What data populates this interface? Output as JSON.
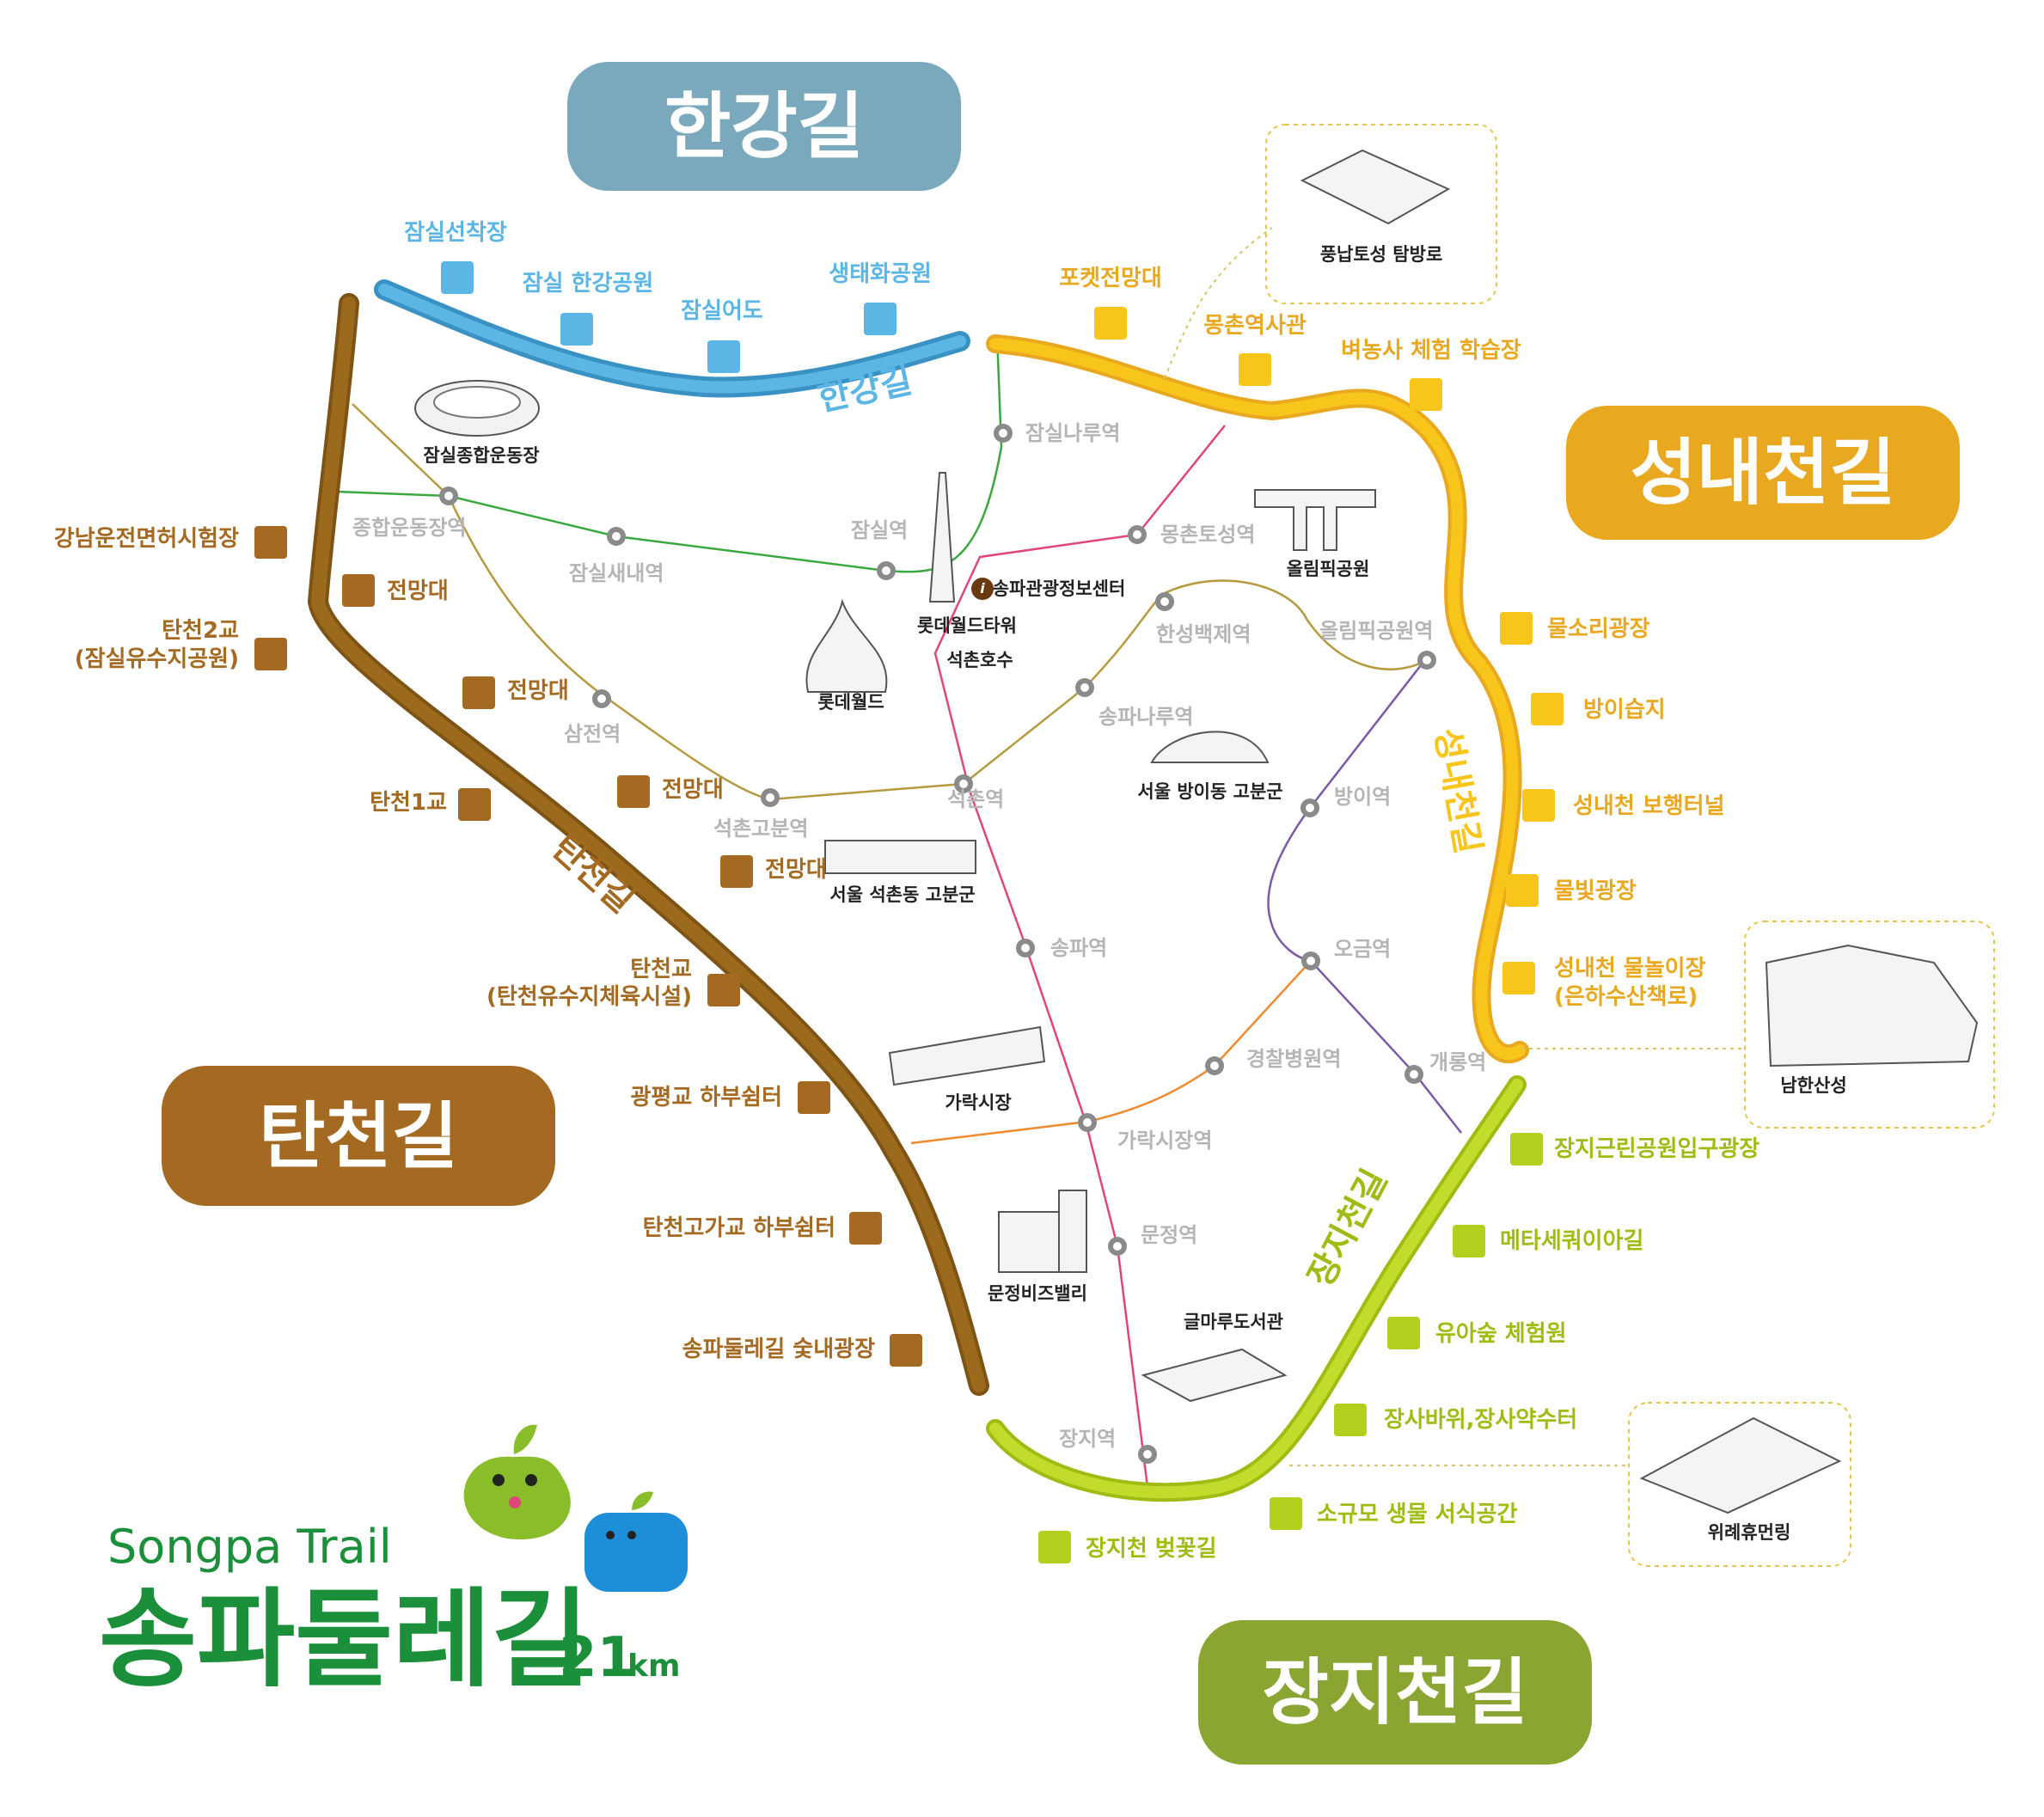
{
  "titles": {
    "hangang": "한강길",
    "seongnae": "성내천길",
    "tancheon": "탄천길",
    "jangji": "장지천길"
  },
  "route_labels": {
    "hangang": "한강길",
    "seongnae": "성내천길",
    "tancheon": "탄천길",
    "jangji": "장지천길"
  },
  "colors": {
    "hangang": "#5bb6e6",
    "hangang_title": "#7aa8bd",
    "seongnae": "#f8c51a",
    "seongnae_title": "#e8a81f",
    "tancheon": "#9c6a1c",
    "tancheon_title": "#a46a22",
    "jangji": "#b5cf1e",
    "jangji_title": "#8aa532",
    "line2": "#3aa83f",
    "line8": "#e0457b",
    "line9": "#b59a3f",
    "line5": "#7a5aa6",
    "line3": "#f08a2e"
  },
  "pois": {
    "hangang": [
      "잠실선착장",
      "잠실 한강공원",
      "잠실어도",
      "생태화공원"
    ],
    "seongnae_top": [
      "포켓전망대",
      "몽촌역사관",
      "벼농사 체험 학습장"
    ],
    "seongnae": [
      "물소리광장",
      "방이습지",
      "성내천 보행터널",
      "물빛광장",
      "성내천 물놀이장",
      "(은하수산책로)"
    ],
    "tancheon": [
      "강남운전면허시험장",
      "전망대",
      "탄천2교",
      "(잠실유수지공원)",
      "전망대",
      "탄천1교",
      "전망대",
      "전망대",
      "탄천교",
      "(탄천유수지체육시설)",
      "광평교 하부쉼터",
      "탄천고가교 하부쉼터",
      "송파둘레길 숯내광장"
    ],
    "jangji": [
      "장지근린공원입구광장",
      "메타세쿼이아길",
      "유아숲 체험원",
      "장사바위,장사약수터",
      "소규모 생물 서식공간",
      "장지천 벚꽃길"
    ]
  },
  "stations": [
    "잠실나루역",
    "종합운동장역",
    "잠실새내역",
    "잠실역",
    "몽촌토성역",
    "한성백제역",
    "올림픽공원역",
    "송파나루역",
    "삼전역",
    "석촌고분역",
    "석촌역",
    "방이역",
    "송파역",
    "오금역",
    "경찰병원역",
    "개롱역",
    "가락시장역",
    "문정역",
    "장지역"
  ],
  "landmarks": [
    "잠실종합운동장",
    "롯데월드타워",
    "송파관광정보센터",
    "석촌호수",
    "롯데월드",
    "올림픽공원",
    "서울 방이동 고분군",
    "서울 석촌동 고분군",
    "가락시장",
    "문정비즈밸리",
    "글마루도서관",
    "풍납토성 탐방로",
    "남한산성",
    "위례휴먼링"
  ],
  "logo": {
    "english": "Songpa Trail",
    "korean": "송파둘레길",
    "distance": "21",
    "unit": "km"
  },
  "icons": {
    "poi_marker": "pictogram-icon",
    "station_marker": "subway-station-icon",
    "info": "info-icon"
  }
}
